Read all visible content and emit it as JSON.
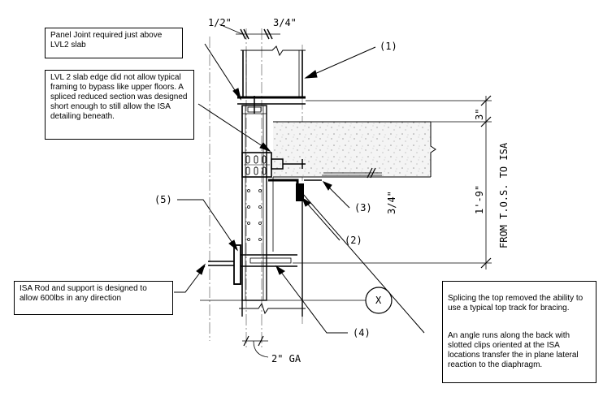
{
  "notes": {
    "panel_joint": "Panel Joint required just above LVL2 slab",
    "slab_edge": "LVL 2 slab edge did not allow typical framing to bypass like upper floors.  A spliced reduced section was designed short enough to still allow the ISA detailing beneath.",
    "isa_rod": "ISA Rod and support is designed to allow 600lbs in any direction",
    "splice_1": "Splicing the top removed the ability to use a typical top track for bracing.",
    "splice_2": "An angle runs along the back with slotted clips oriented at the ISA locations transfer the in plane lateral reaction to the diaphragm."
  },
  "callouts": {
    "c1": "(1)",
    "c2": "(2)",
    "c3": "(3)",
    "c4": "(4)",
    "c5": "(5)"
  },
  "dimensions": {
    "half_inch": "1/2\"",
    "three_quarter_top": "3/4\"",
    "three_quarter_angle": "3/4\"",
    "three_inch": "3\"",
    "one_nine": "1'-9\"",
    "tos_to_isa": "FROM T.O.S. TO ISA",
    "gauge": "2\" GA"
  },
  "gridline": "X"
}
